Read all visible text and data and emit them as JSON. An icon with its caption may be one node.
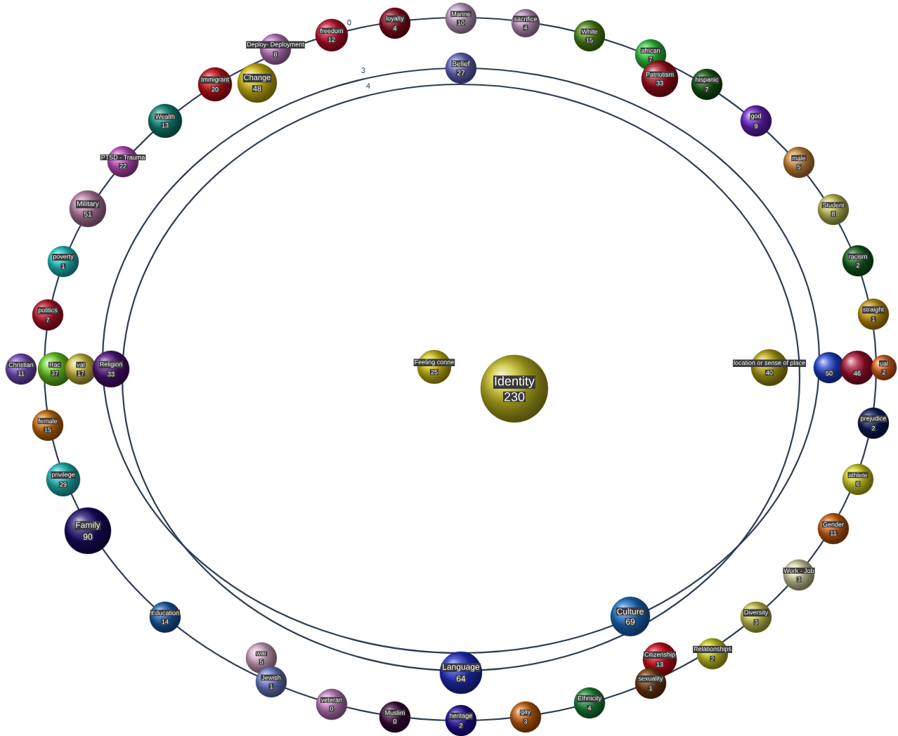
{
  "diagram": {
    "nodes": [
      {
        "text": [
          "freedom",
          "12"
        ]
      },
      {
        "text": [
          "loyalty",
          "4"
        ]
      },
      {
        "text": [
          "Marine",
          "10"
        ]
      },
      {
        "text": [
          "sacrifice",
          "4"
        ]
      },
      {
        "text": [
          "White",
          "15"
        ]
      },
      {
        "text": [
          "african",
          "7"
        ]
      },
      {
        "text": [
          "Patriotism",
          "33"
        ]
      },
      {
        "text": [
          "hispanic",
          "7"
        ]
      },
      {
        "text": [
          "god",
          "9"
        ]
      },
      {
        "text": [
          "male",
          "5"
        ]
      },
      {
        "text": [
          "Student",
          "8"
        ]
      },
      {
        "text": [
          "racism",
          "2"
        ]
      },
      {
        "text": [
          "straight",
          "1"
        ]
      },
      {
        "text": [
          "location or sense of place",
          "40"
        ]
      },
      {
        "text": [
          "50"
        ]
      },
      {
        "text": [
          "46"
        ]
      },
      {
        "text": [
          "ual",
          "2"
        ]
      },
      {
        "text": [
          "prejudice",
          "2"
        ]
      },
      {
        "text": [
          "athlete",
          "6"
        ]
      },
      {
        "text": [
          "Gender",
          "11"
        ]
      },
      {
        "text": [
          "Work - Job",
          "3"
        ]
      },
      {
        "text": [
          "Diversity",
          "3"
        ]
      },
      {
        "text": [
          "Relationships",
          "2"
        ]
      },
      {
        "text": [
          "Citizenship",
          "13"
        ]
      },
      {
        "text": [
          "sexuality",
          "1"
        ]
      },
      {
        "text": [
          "Ethnicity",
          "4"
        ]
      },
      {
        "text": [
          "gay",
          "3"
        ]
      },
      {
        "text": [
          "heritage",
          "2"
        ]
      },
      {
        "text": [
          "Muslim",
          "0"
        ]
      },
      {
        "text": [
          "veteran",
          "0"
        ]
      },
      {
        "text": [
          "war",
          "5"
        ]
      },
      {
        "text": [
          "Jewish",
          "1"
        ]
      },
      {
        "text": [
          "Education",
          "14"
        ]
      },
      {
        "text": [
          "Family",
          "90"
        ]
      },
      {
        "text": [
          "privilege",
          "29"
        ]
      },
      {
        "text": [
          "female",
          "15"
        ]
      },
      {
        "text": [
          "Christian",
          "11"
        ]
      },
      {
        "text": [
          "Rac",
          "37"
        ]
      },
      {
        "text": [
          "val",
          "17"
        ]
      },
      {
        "text": [
          "Religion",
          "33"
        ]
      },
      {
        "text": [
          "politics",
          "7"
        ]
      },
      {
        "text": [
          "poverty",
          "1"
        ]
      },
      {
        "text": [
          "Military",
          "51"
        ]
      },
      {
        "text": [
          "PTSD - Trauma",
          "22"
        ]
      },
      {
        "text": [
          "Wealth",
          "13"
        ]
      },
      {
        "text": [
          "Immigrant",
          "20"
        ]
      },
      {
        "text": [
          "Deploy- Deployment",
          "8"
        ]
      },
      {
        "text": [
          "Change",
          "48"
        ]
      },
      {
        "text": [
          "Belief",
          "27"
        ]
      },
      {
        "text": [
          "Culture",
          "69"
        ]
      },
      {
        "text": [
          "Language",
          "64"
        ]
      },
      {
        "text": [
          "Feeling conne",
          "25"
        ]
      },
      {
        "text": [
          "Identity",
          "230"
        ]
      }
    ],
    "labels": [
      "0",
      "3",
      "4"
    ]
  }
}
